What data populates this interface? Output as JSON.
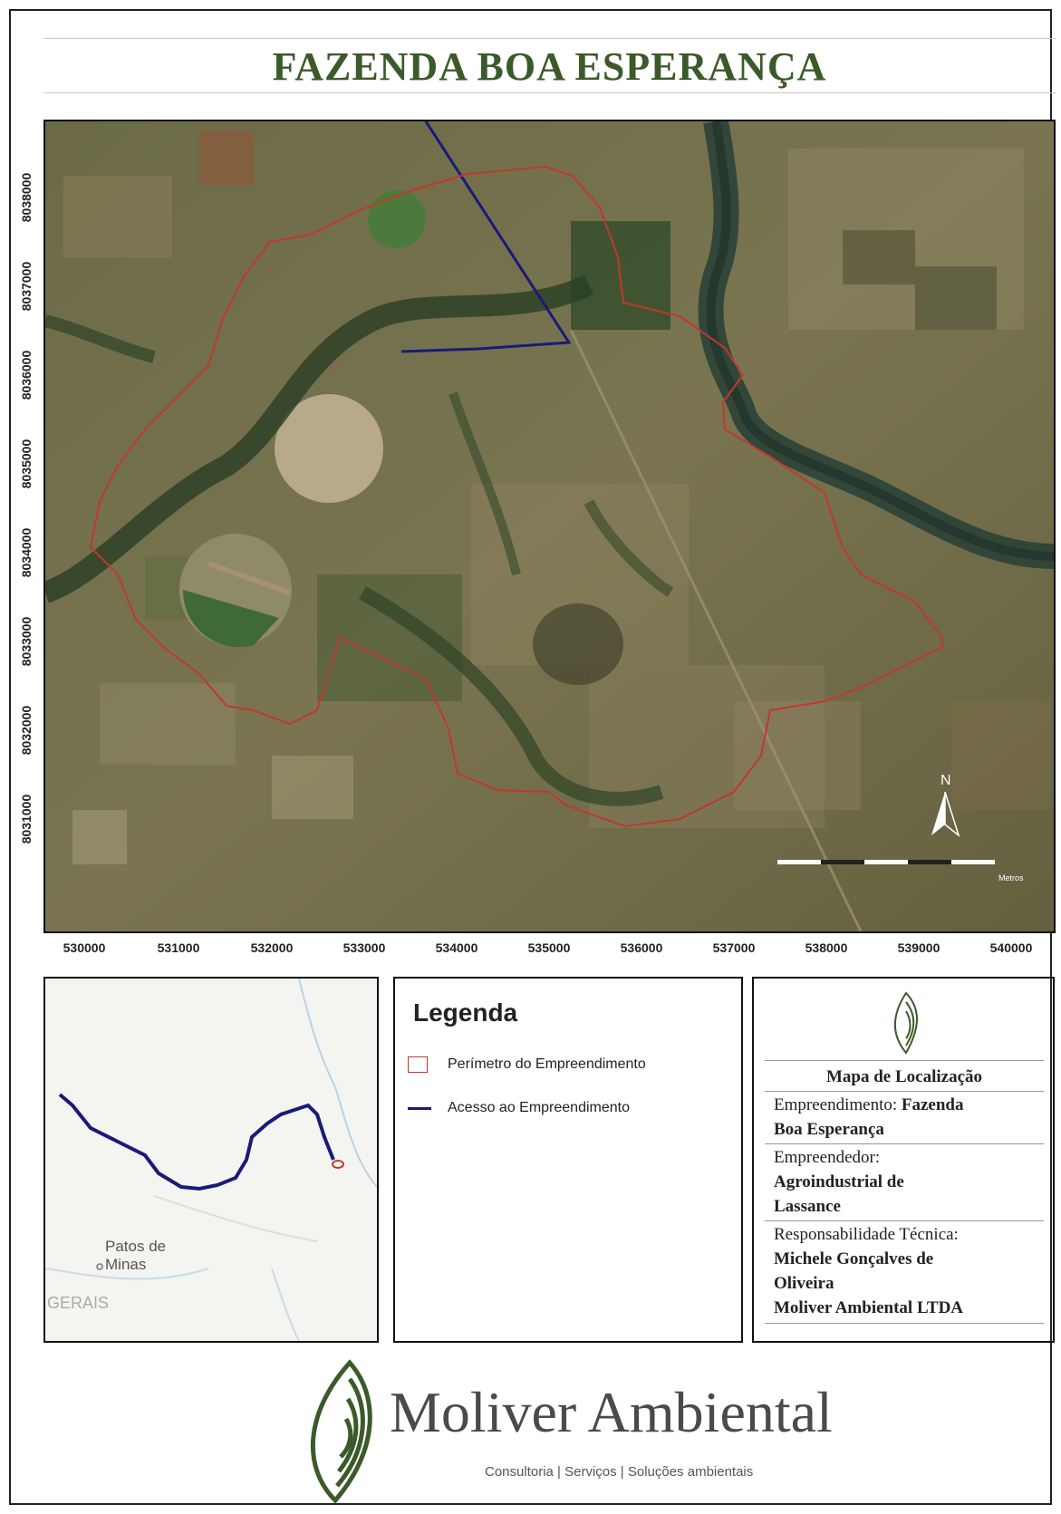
{
  "title": "FAZENDA BOA ESPERANÇA",
  "map": {
    "y_ticks": [
      "8038000",
      "8037000",
      "8036000",
      "8035000",
      "8034000",
      "8033000",
      "8032000",
      "8031000"
    ],
    "x_ticks": [
      "530000",
      "531000",
      "532000",
      "533000",
      "534000",
      "535000",
      "536000",
      "537000",
      "538000",
      "539000",
      "540000"
    ],
    "north_label": "N",
    "scale_label": "Metros"
  },
  "inset": {
    "city_label_line1": "Patos de",
    "city_label_line2": "Minas",
    "region_label": "GERAIS"
  },
  "legend": {
    "title": "Legenda",
    "items": [
      {
        "label": "Perímetro do Empreendimento",
        "color": "#c0392b"
      },
      {
        "label": "Acesso ao Empreendimento",
        "color": "#1a1a7a"
      }
    ]
  },
  "info": {
    "heading": "Mapa de Localização",
    "empreendimento_label": "Empreendimento:",
    "empreendimento_value_1": "Fazenda",
    "empreendimento_value_2": "Boa Esperança",
    "empreendedor_label": "Empreendedor:",
    "empreendedor_value_1": "Agroindustrial de",
    "empreendedor_value_2": "Lassance",
    "resp_label": "Responsabilidade Técnica:",
    "resp_value_1": "Michele Gonçalves de",
    "resp_value_2": "Oliveira",
    "resp_value_3": "Moliver Ambiental LTDA"
  },
  "brand": {
    "name": "Moliver Ambiental",
    "tagline": "Consultoria | Serviços | Soluções ambientais",
    "color": "#3b5a2a"
  }
}
